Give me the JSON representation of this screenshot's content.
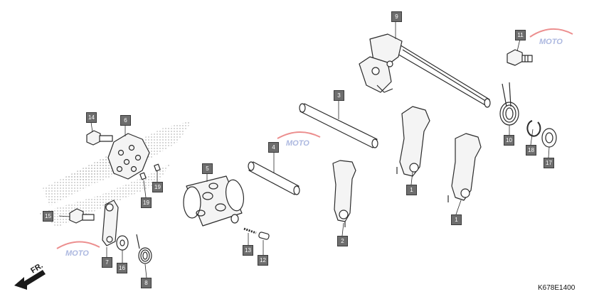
{
  "diagram": {
    "code": "K678E1400",
    "direction_label": "FR.",
    "watermark_text": "MOTO",
    "colors": {
      "line": "#2b2b2b",
      "callout_bg": "#6e6e6e",
      "dots": "#9a9a9a",
      "watermark_red": "#d33",
      "watermark_blue": "#6a7fc7"
    },
    "callouts": [
      {
        "id": "c9",
        "label": "9"
      },
      {
        "id": "c11",
        "label": "11"
      },
      {
        "id": "c3",
        "label": "3"
      },
      {
        "id": "c14",
        "label": "14"
      },
      {
        "id": "c6",
        "label": "6"
      },
      {
        "id": "c4",
        "label": "4"
      },
      {
        "id": "c5",
        "label": "5"
      },
      {
        "id": "c19a",
        "label": "19"
      },
      {
        "id": "c19b",
        "label": "19"
      },
      {
        "id": "c15",
        "label": "15"
      },
      {
        "id": "c1a",
        "label": "1"
      },
      {
        "id": "c1b",
        "label": "1"
      },
      {
        "id": "c2",
        "label": "2"
      },
      {
        "id": "c10",
        "label": "10"
      },
      {
        "id": "c18",
        "label": "18"
      },
      {
        "id": "c17",
        "label": "17"
      },
      {
        "id": "c13",
        "label": "13"
      },
      {
        "id": "c12",
        "label": "12"
      },
      {
        "id": "c7",
        "label": "7"
      },
      {
        "id": "c16",
        "label": "16"
      },
      {
        "id": "c8",
        "label": "8"
      }
    ]
  }
}
